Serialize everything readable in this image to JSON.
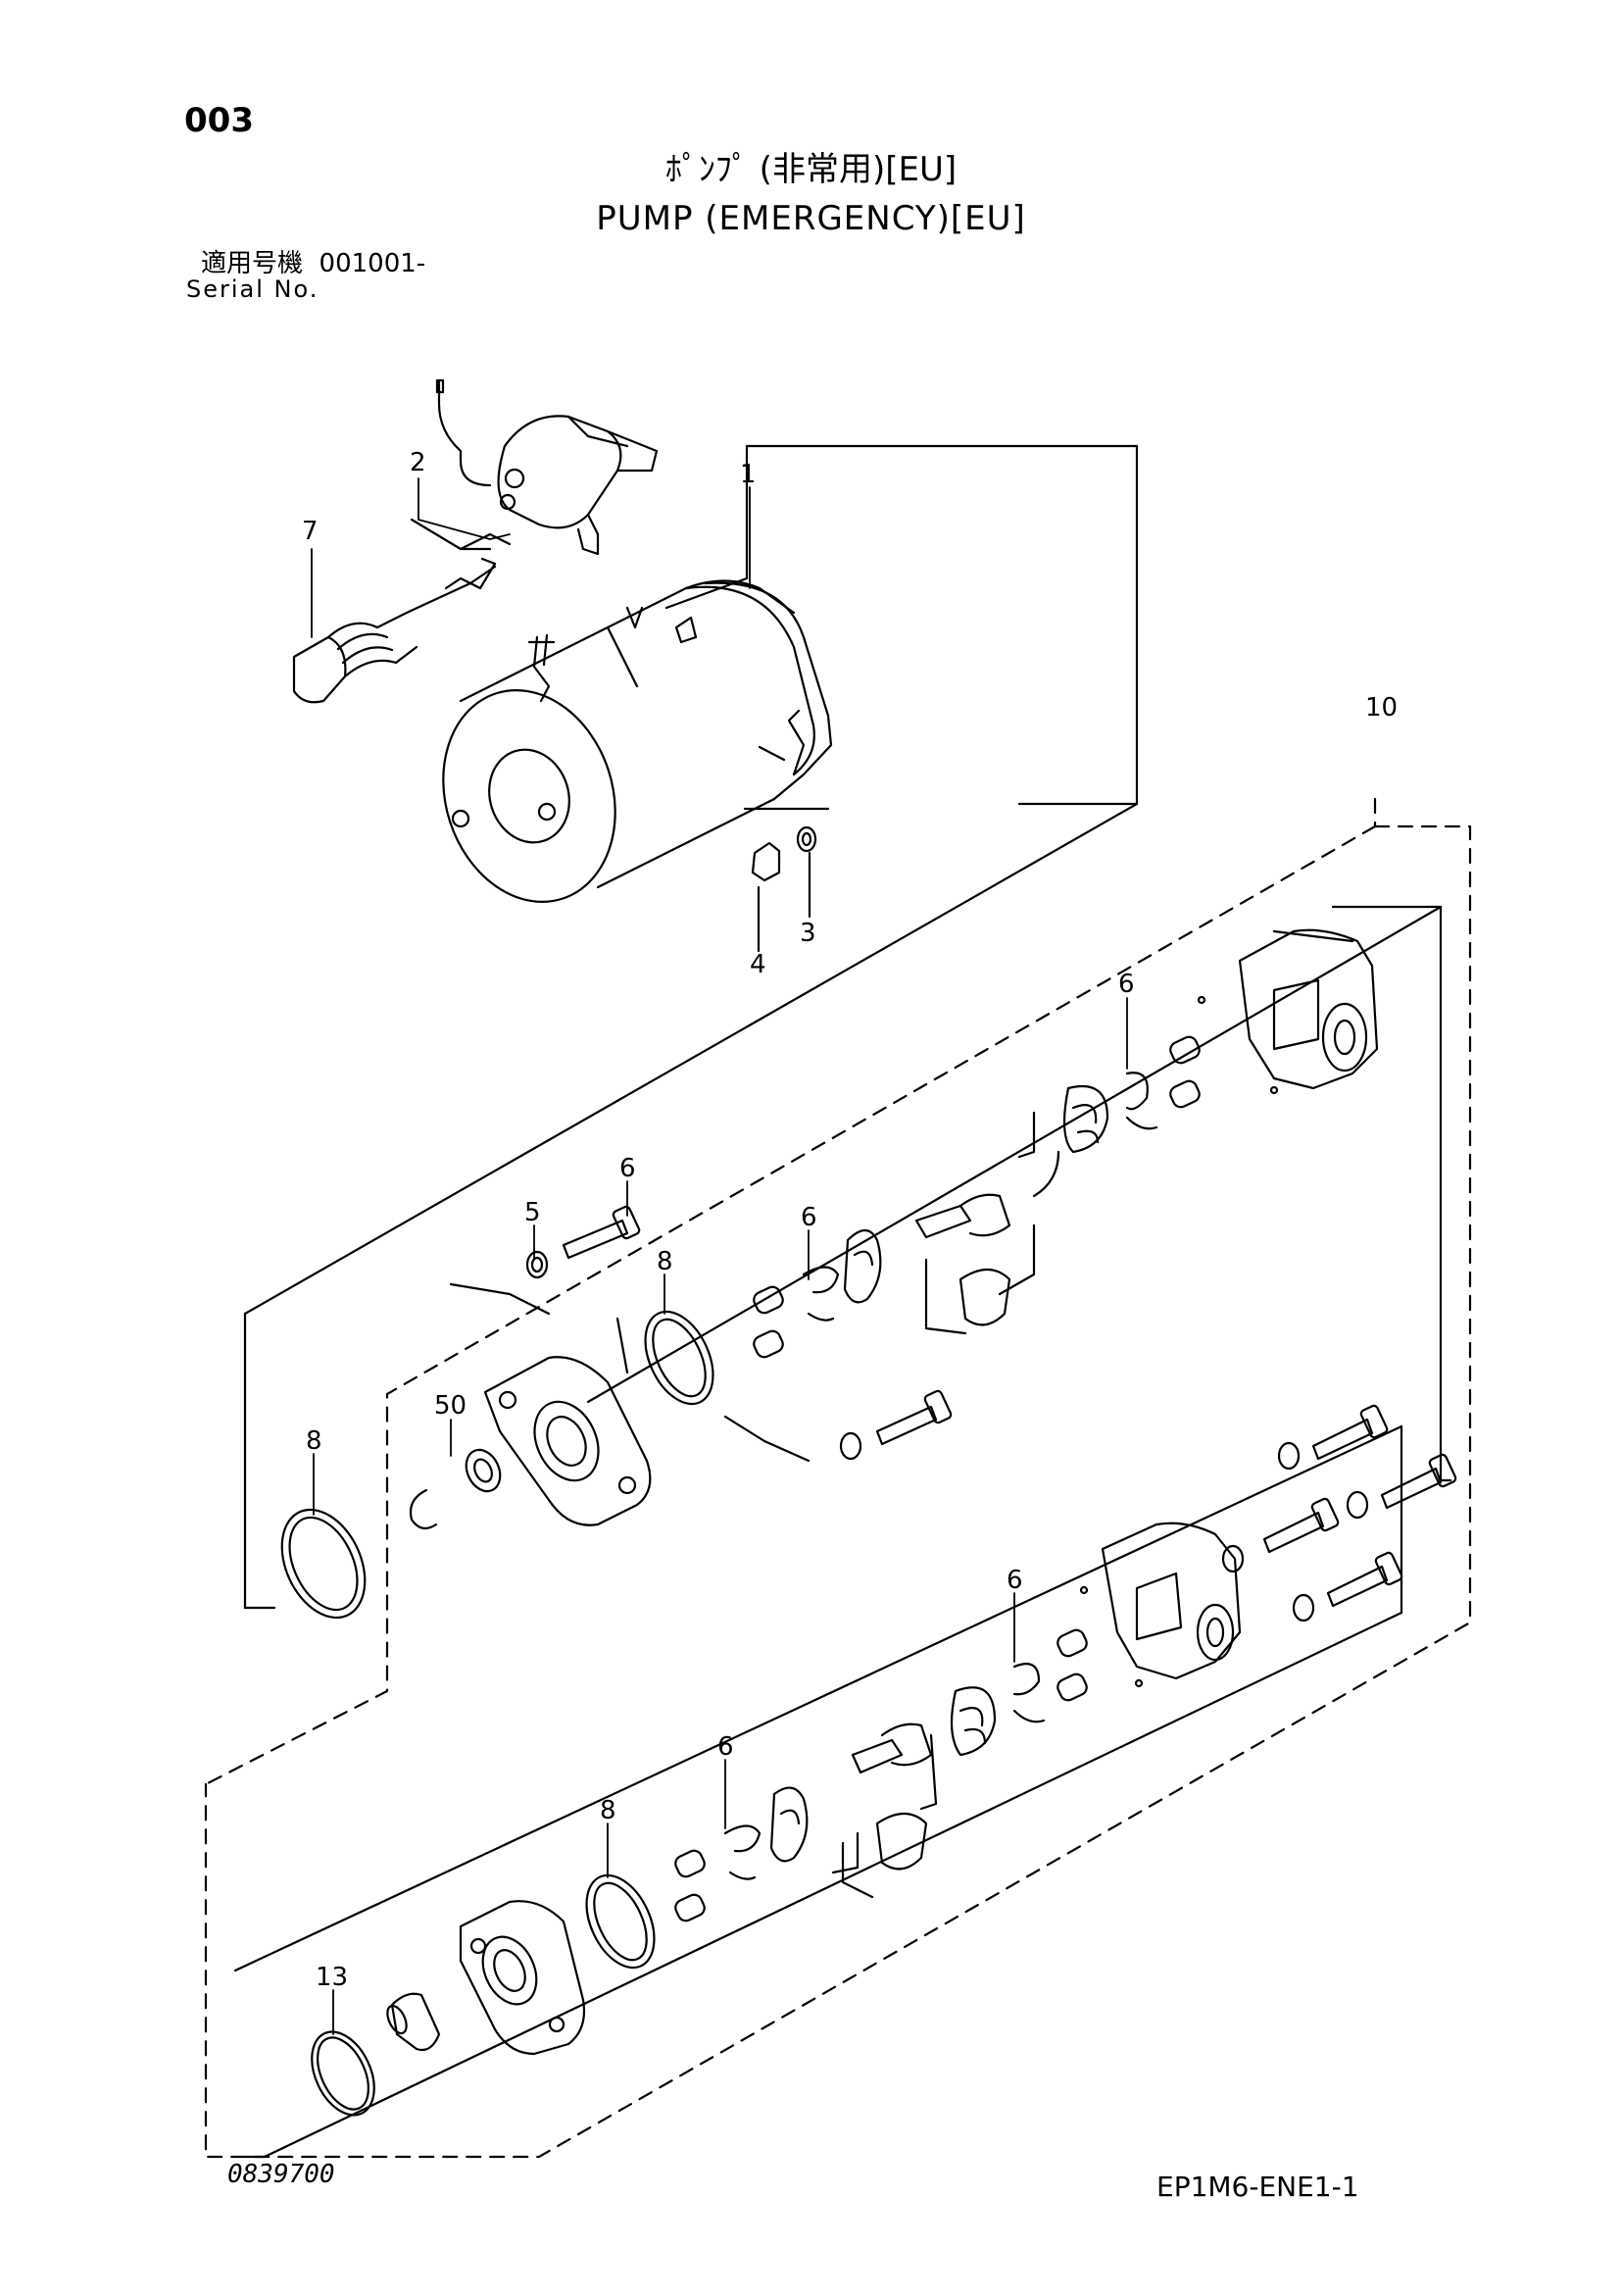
{
  "header": {
    "page_number": "003",
    "title_jp": "ﾎﾟﾝﾌﾟ (非常用)[EU]",
    "title_en": "PUMP (EMERGENCY)[EU]",
    "serial_label_jp": "適用号機",
    "serial_value": "001001-",
    "serial_label_en": "Serial No."
  },
  "callouts": {
    "c1": "1",
    "c2": "2",
    "c3": "3",
    "c4": "4",
    "c5": "5",
    "c6a": "6",
    "c6b": "6",
    "c6c": "6",
    "c6d": "6",
    "c6e": "6",
    "c7": "7",
    "c8a": "8",
    "c8b": "8",
    "c8c": "8",
    "c10": "10",
    "c13": "13",
    "c50": "50"
  },
  "footer": {
    "drawing_number": "0839700",
    "page_code": "EP1M6-ENE1-1"
  }
}
